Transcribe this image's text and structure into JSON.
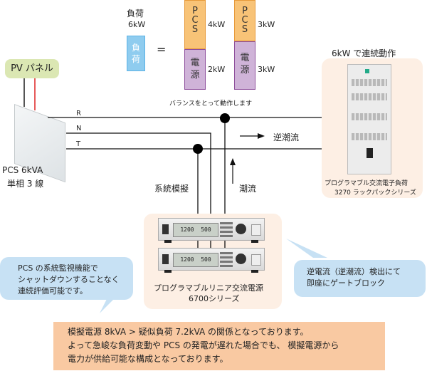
{
  "balance": {
    "load_label_line1": "負荷",
    "load_label_line2": "6kW",
    "load_box_text": "負荷",
    "equals": "=",
    "case1": {
      "pcs_label": "PCS",
      "pcs_value": "4kW",
      "power_label": "電源",
      "power_value": "2kW"
    },
    "case2": {
      "pcs_label": "PCS",
      "pcs_value": "3kW",
      "power_label": "電源",
      "power_value": "3kW"
    },
    "caption": "バランスをとって動作します",
    "colors": {
      "load": "#8fccef",
      "pcs": "#f8c377",
      "power": "#cfb3d8"
    }
  },
  "pv_panel": {
    "label": "PV パネル"
  },
  "pcs": {
    "line1": "PCS 6kVA",
    "line2": "単相 3 線"
  },
  "lines": {
    "r": "R",
    "n": "N",
    "t": "T"
  },
  "flow": {
    "reverse": "逆潮流",
    "forward": "潮流",
    "grid_sim": "系統模擬"
  },
  "load_rack": {
    "heading": "6kW で連続動作",
    "caption_line1": "プログラマブル交流電子負荷",
    "caption_line2": "3270 ラックパックシリーズ"
  },
  "power_supply": {
    "display_v": "1200",
    "display_a": "500",
    "caption_line1": "プログラマブルリニア交流電源",
    "caption_line2": "6700シリーズ"
  },
  "bubble_left": {
    "lines": [
      "PCS の系統監視機能で",
      "シャットダウンすることなく",
      "連続評価可能です。"
    ]
  },
  "bubble_right": {
    "lines": [
      "逆電流（逆潮流）検出にて",
      "即座にゲートブロック"
    ]
  },
  "bottom_note": {
    "lines": [
      "模擬電源 8kVA > 疑似負荷 7.2kVA の関係となっております。",
      "よって急峻な負荷変動や PCS の発電が遅れた場合でも、 模擬電源から",
      "電力が供給可能な構成となっております。"
    ]
  }
}
